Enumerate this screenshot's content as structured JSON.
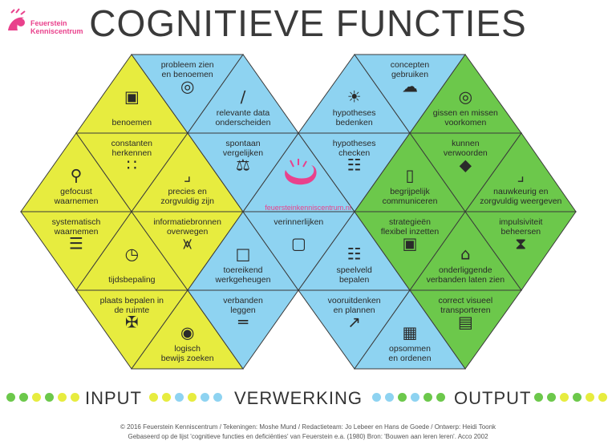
{
  "title": "COGNITIEVE FUNCTIES",
  "logo": {
    "line1": "Feuerstein",
    "line2": "Kenniscentrum"
  },
  "center_label": "feuersteinkenniscentrum.nl",
  "colors": {
    "input": "#e7ec3f",
    "processing": "#8ed3f1",
    "output": "#6cc84b",
    "logo": "#e9418c"
  },
  "triangles": [
    {
      "lines": [
        "benoemen"
      ],
      "icon": "briefcase-icon",
      "group": "input"
    },
    {
      "lines": [
        "probleem zien",
        "en benoemen"
      ],
      "icon": "eye-question-icon",
      "group": "processing"
    },
    {
      "lines": [
        "relevante data",
        "onderscheiden"
      ],
      "icon": "pen-icon",
      "group": "processing"
    },
    {
      "lines": [
        "constanten",
        "herkennen"
      ],
      "icon": "shapes-icon",
      "group": "input"
    },
    {
      "lines": [
        "gefocust",
        "waarnemen"
      ],
      "icon": "magnifier-icon",
      "group": "input"
    },
    {
      "lines": [
        "precies en",
        "zorgvuldig zijn"
      ],
      "icon": "ruler-icon",
      "group": "input"
    },
    {
      "lines": [
        "spontaan",
        "vergelijken"
      ],
      "icon": "scale-icon",
      "group": "processing"
    },
    {
      "lines": [
        "systematisch",
        "waarnemen"
      ],
      "icon": "stack-icon",
      "group": "input"
    },
    {
      "lines": [
        "tijdsbepaling"
      ],
      "icon": "clock-icon",
      "group": "input"
    },
    {
      "lines": [
        "informatiebronnen",
        "overwegen"
      ],
      "icon": "branch-icon",
      "group": "input"
    },
    {
      "lines": [
        "toereikend",
        "werkgeheugen"
      ],
      "icon": "box-icon",
      "group": "processing"
    },
    {
      "lines": [
        "plaats bepalen in",
        "de ruimte"
      ],
      "icon": "compass-icon",
      "group": "input"
    },
    {
      "lines": [
        "logisch",
        "bewijs zoeken"
      ],
      "icon": "fingerprint-icon",
      "group": "input"
    },
    {
      "lines": [
        "verbanden",
        "leggen"
      ],
      "icon": "link-icon",
      "group": "processing"
    },
    {
      "lines": [
        "hypotheses",
        "bedenken"
      ],
      "icon": "bulb-icon",
      "group": "processing"
    },
    {
      "lines": [
        "hypotheses",
        "checken"
      ],
      "icon": "checklist-icon",
      "group": "processing"
    },
    {
      "lines": [
        "verinnerlijken"
      ],
      "icon": "camera-icon",
      "group": "processing"
    },
    {
      "lines": [
        "speelveld",
        "bepalen"
      ],
      "icon": "flow-icon",
      "group": "processing"
    },
    {
      "lines": [
        "vooruitdenken",
        "en plannen"
      ],
      "icon": "arrow-icon",
      "group": "processing"
    },
    {
      "lines": [
        "concepten",
        "gebruiken"
      ],
      "icon": "cloud-icon",
      "group": "processing"
    },
    {
      "lines": [
        "gissen en missen",
        "voorkomen"
      ],
      "icon": "target-icon",
      "group": "output"
    },
    {
      "lines": [
        "kunnen",
        "verwoorden"
      ],
      "icon": "speaker-icon",
      "group": "output"
    },
    {
      "lines": [
        "begrijpelijk",
        "communiceren"
      ],
      "icon": "phone-icon",
      "group": "output"
    },
    {
      "lines": [
        "nauwkeurig en",
        "zorgvuldig weergeven"
      ],
      "icon": "square-ruler-icon",
      "group": "output"
    },
    {
      "lines": [
        "strategieën",
        "flexibel inzetten"
      ],
      "icon": "frame-icon",
      "group": "output"
    },
    {
      "lines": [
        "impulsiviteit",
        "beheersen"
      ],
      "icon": "hourglass-icon",
      "group": "output"
    },
    {
      "lines": [
        "onderliggende",
        "verbanden laten zien"
      ],
      "icon": "house-icon",
      "group": "output"
    },
    {
      "lines": [
        "correct visueel",
        "transporteren"
      ],
      "icon": "forklift-icon",
      "group": "output"
    },
    {
      "lines": [
        "opsommen",
        "en ordenen"
      ],
      "icon": "calculator-icon",
      "group": "processing"
    }
  ],
  "legend": {
    "input": "INPUT",
    "processing": "VERWERKING",
    "output": "OUTPUT"
  },
  "credits": {
    "line1": "© 2016 Feuerstein Kenniscentrum / Tekeningen: Moshe Mund / Redactieteam: Jo Lebeer en Hans de Goede / Ontwerp: Heidi Toonk",
    "line2": "Gebaseerd op de lijst 'cognitieve functies en deficiënties' van Feuerstein e.a. (1980) Bron: 'Bouwen aan leren leren'. Acco 2002"
  }
}
